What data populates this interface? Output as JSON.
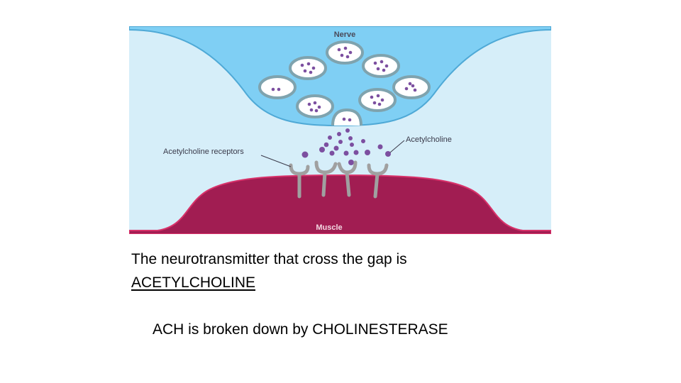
{
  "diagram": {
    "labels": {
      "nerve": "Nerve",
      "acetylcholine": "Acetylcholine",
      "receptors": "Acetylcholine receptors",
      "muscle": "Muscle"
    },
    "colors": {
      "background": "#d6eef9",
      "nerve_fill": "#7fcff4",
      "nerve_stroke": "#4fa9d6",
      "vesicle_fill": "#ffffff",
      "vesicle_ring": "#7fa3ae",
      "molecule": "#7c4fa0",
      "receptor": "#a0a0a0",
      "muscle_fill": "#a11d52",
      "muscle_stroke": "#d8326a"
    }
  },
  "text": {
    "line1": "The neurotransmitter that cross the gap is",
    "line2": "ACETYLCHOLINE",
    "line3": "ACH is broken down by CHOLINESTERASE"
  }
}
